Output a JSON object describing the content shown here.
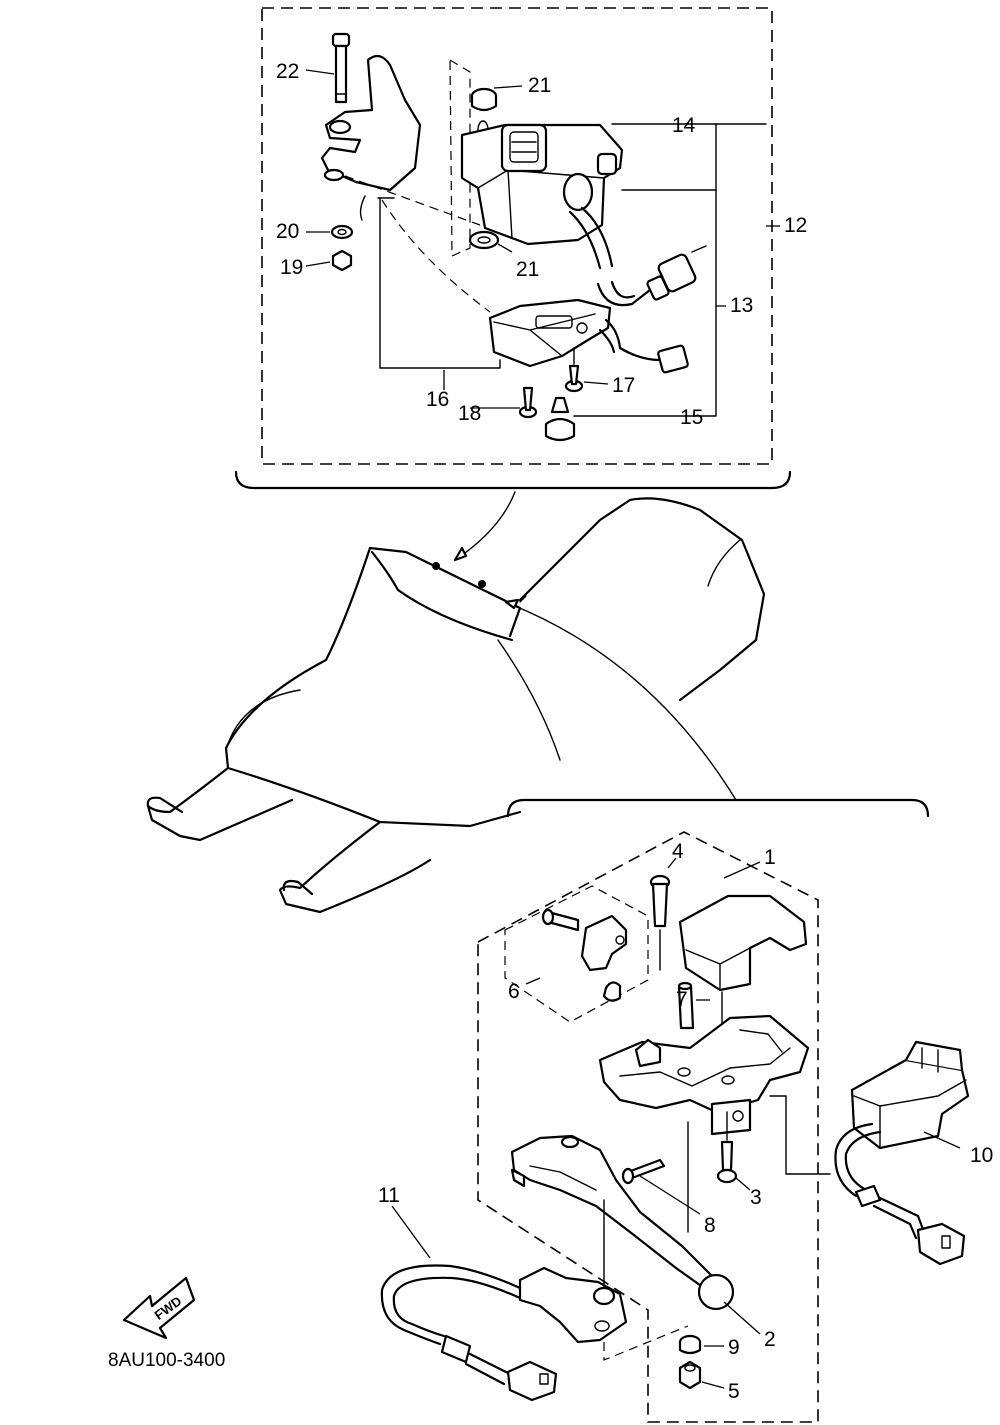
{
  "labels": {
    "p1": "1",
    "p2": "2",
    "p3": "3",
    "p4": "4",
    "p5": "5",
    "p6": "6",
    "p7": "7",
    "p8": "8",
    "p9": "9",
    "p10": "10",
    "p11": "11",
    "p12": "12",
    "p13": "13",
    "p14": "14",
    "p15": "15",
    "p16": "16",
    "p17": "17",
    "p18": "18",
    "p19": "19",
    "p20": "20",
    "p21a": "21",
    "p21b": "21",
    "p22": "22"
  },
  "diagram_code": "8AU100-3400",
  "fwd_badge": "FWD",
  "icons": {
    "direction": "fwd-arrow-icon"
  }
}
